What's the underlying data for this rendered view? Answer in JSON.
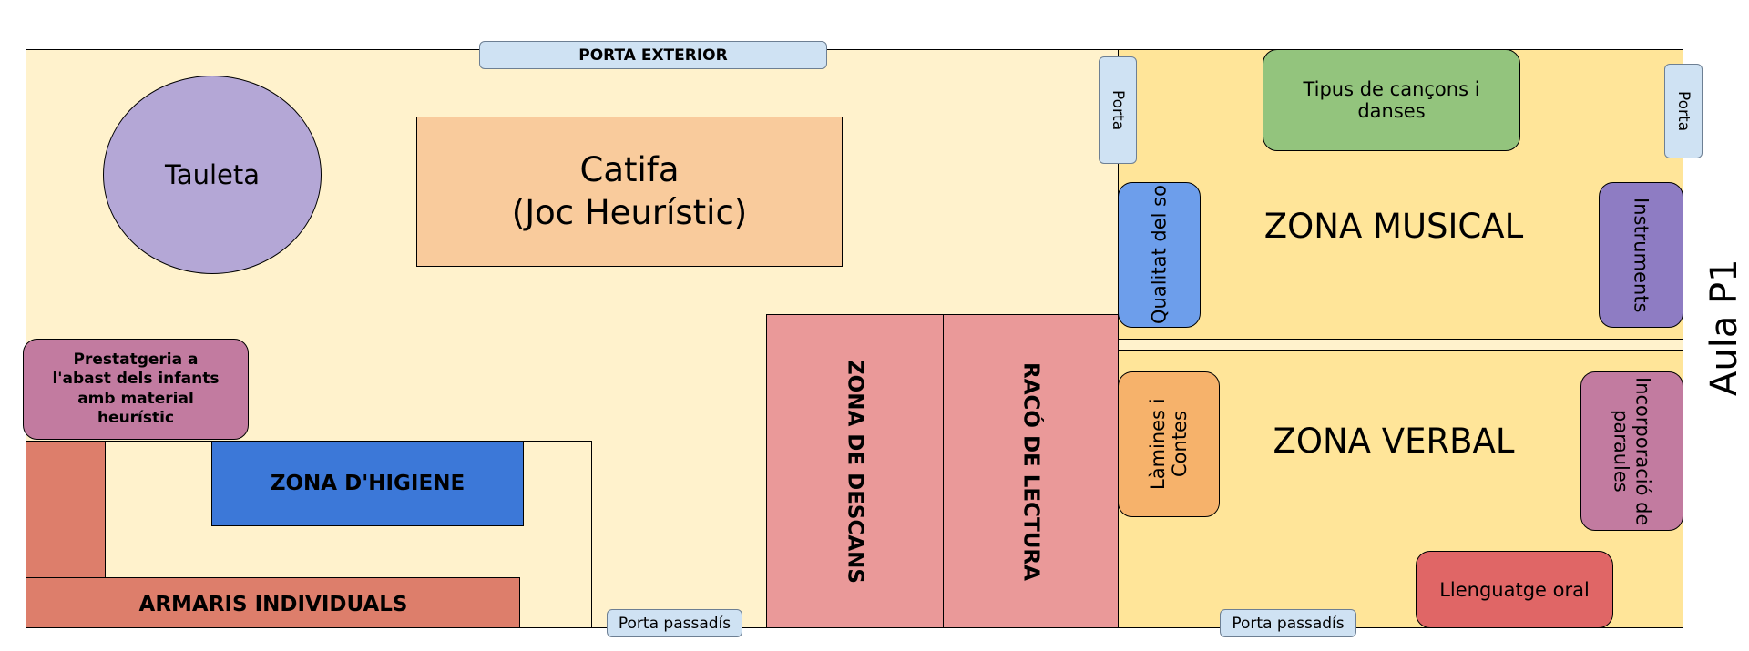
{
  "title": "Aula P1",
  "doors": {
    "exterior": "PORTA EXTERIOR",
    "porta_left": "Porta",
    "porta_right": "Porta",
    "passadis_left": "Porta passadís",
    "passadis_right": "Porta passadís"
  },
  "zones": {
    "tauleta": "Tauleta",
    "catifa_line1": "Catifa",
    "catifa_line2": "(Joc Heurístic)",
    "prestatgeria": "Prestatgeria a l'abast dels infants amb material heurístic",
    "higiene": "ZONA D'HIGIENE",
    "armaris": "ARMARIS INDIVIDUALS",
    "descans": "ZONA DE DESCANS",
    "lectura": "RACÓ DE LECTURA",
    "musical": "ZONA MUSICAL",
    "verbal": "ZONA VERBAL"
  },
  "musical_items": {
    "canons": "Tipus de cançons i danses",
    "qualitat": "Qualitat del so",
    "instruments": "Instruments"
  },
  "verbal_items": {
    "lamines": "Làmines i Contes",
    "incorporacio": "Incorporació de paraules",
    "llenguatge": "Llenguatge oral"
  },
  "colors": {
    "room_bg": "#fff2cc",
    "zone_bg": "#ffe599",
    "tauleta": "#b4a7d6",
    "catifa": "#f9cb9c",
    "prestatgeria": "#c27ba0",
    "higiene": "#3c78d8",
    "armaris": "#dd7e6b",
    "descans_lectura": "#ea9999",
    "canons": "#93c47d",
    "qualitat": "#6d9eeb",
    "instruments": "#8e7cc3",
    "lamines": "#f6b26b",
    "incorporacio": "#c27ba0",
    "llenguatge": "#e06666",
    "door": "#cfe2f3"
  }
}
